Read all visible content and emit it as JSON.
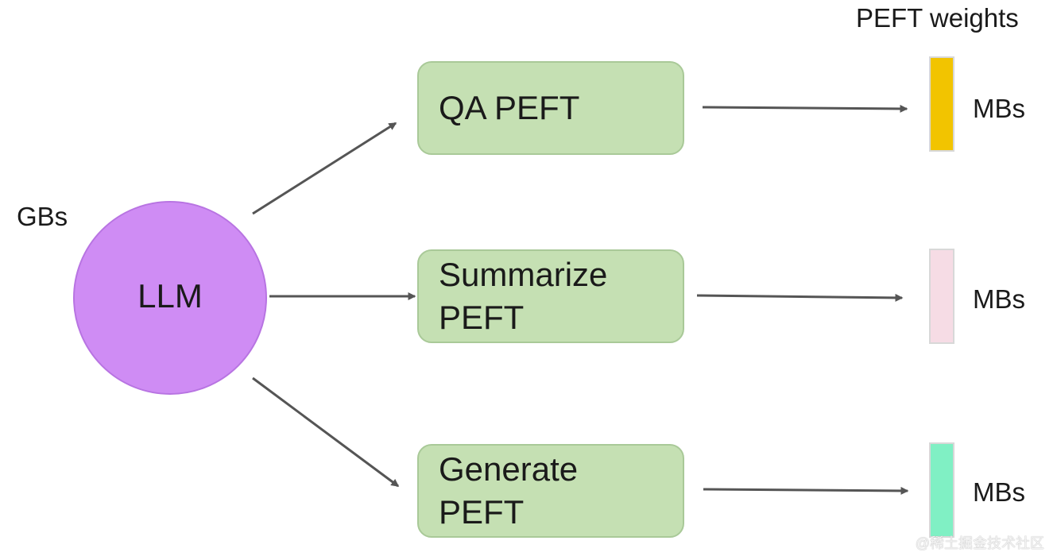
{
  "header": {
    "title": "PEFT weights"
  },
  "model": {
    "label": "LLM",
    "size_label": "GBs",
    "color": "#cf8cf4"
  },
  "adapters": [
    {
      "lines": [
        "QA PEFT"
      ],
      "weight_label": "MBs",
      "weight_color": "#f2c400"
    },
    {
      "lines": [
        "Summarize",
        "PEFT"
      ],
      "weight_label": "MBs",
      "weight_color": "#f6dce5"
    },
    {
      "lines": [
        "Generate",
        "PEFT"
      ],
      "weight_label": "MBs",
      "weight_color": "#80f0c4"
    }
  ],
  "colors": {
    "adapter_box": "#c5e0b3",
    "arrow": "#555555"
  },
  "watermark": {
    "text": "@稀土掘金技术社区"
  }
}
